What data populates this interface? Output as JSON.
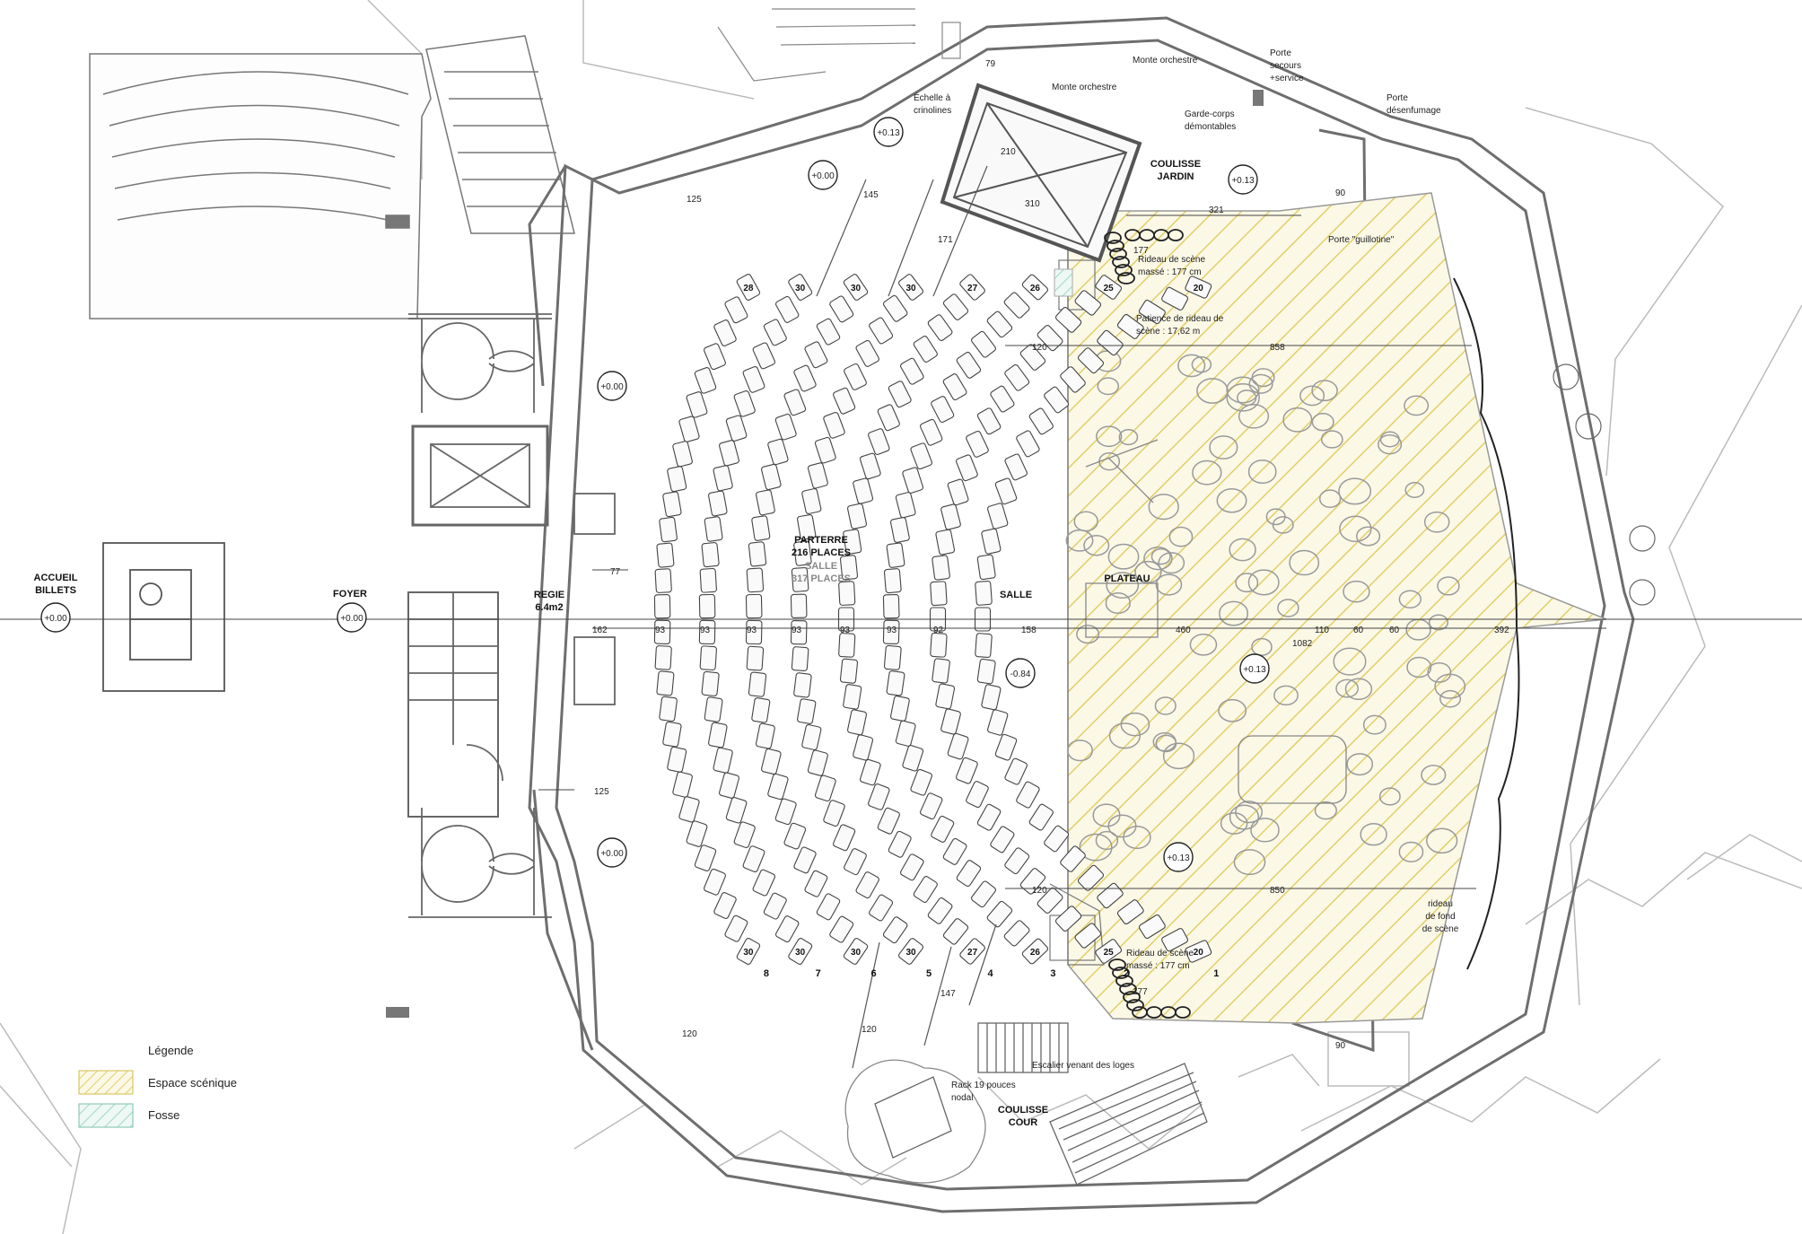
{
  "labels": {
    "accueil": [
      "ACCUEIL",
      "BILLETS"
    ],
    "foyer": "FOYER",
    "regie": [
      "REGIE",
      "6.4m2"
    ],
    "parterre": [
      "PARTERRE",
      "216 PLACES"
    ],
    "salle_places": [
      "SALLE",
      "317 PLACES"
    ],
    "salle": "SALLE",
    "plateau": "PLATEAU",
    "coulisse_jardin": [
      "COULISSE",
      "JARDIN"
    ],
    "coulisse_cour": [
      "COULISSE",
      "COUR"
    ],
    "monte_orchestre_1": "Monte orchestre",
    "monte_orchestre_2": "Monte orchestre",
    "porte_secours": [
      "Porte",
      "secours",
      "+service"
    ],
    "porte_desenfumage": [
      "Porte",
      "désenfumage"
    ],
    "echelle": [
      "Échelle à",
      "crinolines"
    ],
    "garde_corps": [
      "Garde-corps",
      "démontables"
    ],
    "porte_guillotine": "Porte \"guillotine\"",
    "rideau_top": [
      "Rideau de scène",
      "massé : 177 cm"
    ],
    "patience": [
      "Patience de rideau de",
      "scène : 17,62 m"
    ],
    "rideau_bottom": [
      "Rideau de scène",
      "massé : 177 cm"
    ],
    "rideau_fond": [
      "rideau",
      "de fond",
      "de scène"
    ],
    "escalier": "Escalier venant des loges",
    "rack": [
      "Rack 19 pouces",
      "nodal"
    ]
  },
  "levels": {
    "accueil": "+0.00",
    "foyer": "+0.00",
    "hall_top": "+0.00",
    "hall_bottom": "+0.00",
    "balcony_1": "+0.00",
    "balcony_2": "+0.13",
    "jardin": "+0.13",
    "salle": "-0.84",
    "plateau_1": "+0.13",
    "plateau_2": "+0.13"
  },
  "dimensions": {
    "d_79": "79",
    "d_125_top": "125",
    "d_145": "145",
    "d_171": "171",
    "d_210": "210",
    "d_310": "310",
    "d_321": "321",
    "d_90_top": "90",
    "d_177_top": "177",
    "d_120_top": "120",
    "d_858": "858",
    "d_77": "77",
    "d_162": "162",
    "row_spacing": [
      "93",
      "93",
      "93",
      "93",
      "93",
      "93",
      "92"
    ],
    "d_158": "158",
    "d_460": "460",
    "d_110": "110",
    "d_60a": "60",
    "d_60b": "60",
    "d_392": "392",
    "d_1082": "1082",
    "d_125_bottom": "125",
    "d_120_bottom": "120",
    "d_850": "850",
    "d_177_bottom": "177",
    "d_90_bottom": "90",
    "d_120_left": "120",
    "d_147": "147",
    "d_120_row5": "120"
  },
  "rows": [
    {
      "number": "1",
      "top_seat": "20",
      "bottom_seat": "20"
    },
    {
      "number": "2",
      "top_seat": "25",
      "bottom_seat": "25"
    },
    {
      "number": "3",
      "top_seat": "26",
      "bottom_seat": "26"
    },
    {
      "number": "4",
      "top_seat": "27",
      "bottom_seat": "27"
    },
    {
      "number": "5",
      "top_seat": "30",
      "bottom_seat": "30"
    },
    {
      "number": "6",
      "top_seat": "30",
      "bottom_seat": "30"
    },
    {
      "number": "7",
      "top_seat": "30",
      "bottom_seat": "30"
    },
    {
      "number": "8",
      "top_seat": "28",
      "bottom_seat": "30"
    }
  ],
  "legend": {
    "title": "Légende",
    "items": [
      {
        "label": "Espace scénique",
        "color": "#e8d97a"
      },
      {
        "label": "Fosse",
        "color": "#9fd8c4"
      }
    ]
  },
  "colors": {
    "stage_hatch": "#e0cf6a",
    "line": "#555555",
    "wall": "#777777",
    "fosse": "#9fd8c4"
  }
}
